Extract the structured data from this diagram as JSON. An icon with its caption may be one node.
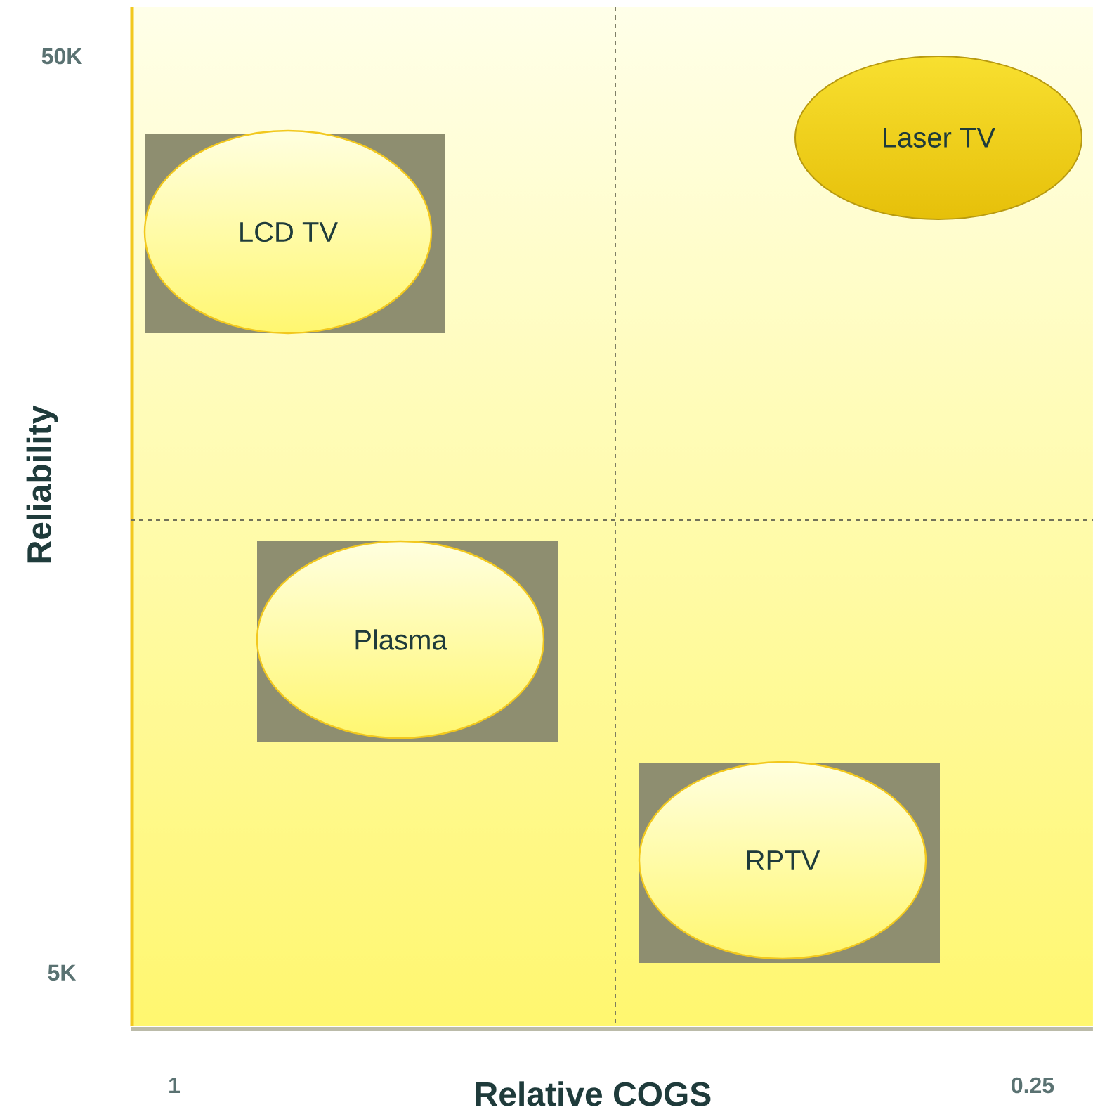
{
  "diagram": {
    "nodes": [
      {
        "text": [
          "LCD TV"
        ]
      },
      {
        "text": [
          "Laser TV"
        ]
      },
      {
        "text": [
          "Plasma"
        ]
      },
      {
        "text": [
          "RPTV"
        ]
      }
    ],
    "labels": [
      "50K",
      "Reliability",
      "5K",
      "1",
      "Relative COGS",
      "0.25"
    ]
  }
}
